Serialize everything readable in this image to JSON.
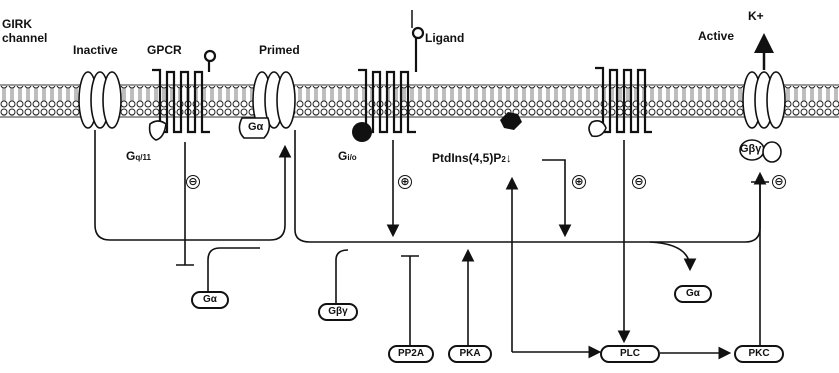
{
  "labels": {
    "girk_line1": "GIRK",
    "girk_line2": "channel",
    "inactive": "Inactive",
    "gpcr": "GPCR",
    "primed": "Primed",
    "ligand": "Ligand",
    "active": "Active",
    "k_ion": "K+",
    "g_inactive_prefix": "G",
    "g_inactive_sub": "q/11",
    "g_active_prefix": "G",
    "g_active_sub": "i/o",
    "ptdins": "PtdIns(4,5)P",
    "ptdins_sub": "2",
    "ptdins_arrow": "↓",
    "g_alpha_primed": "Gα",
    "g_betagamma_active": "Gβγ"
  },
  "nodes": {
    "g_alpha_left": "Gα",
    "g_betagamma": "Gβγ",
    "g_alpha_right": "Gα",
    "pp2a": "PP2A",
    "pka": "PKA",
    "plc": "PLC",
    "pkc": "PKC"
  },
  "signs": {
    "inhibit_q11": "⊖",
    "plus_io": "⊕",
    "plus_pip2": "⊕",
    "minus_plc": "⊖",
    "minus_pkc": "⊖"
  },
  "colors": {
    "ink": "#111111",
    "membrane": "#333333",
    "background": "#ffffff"
  }
}
